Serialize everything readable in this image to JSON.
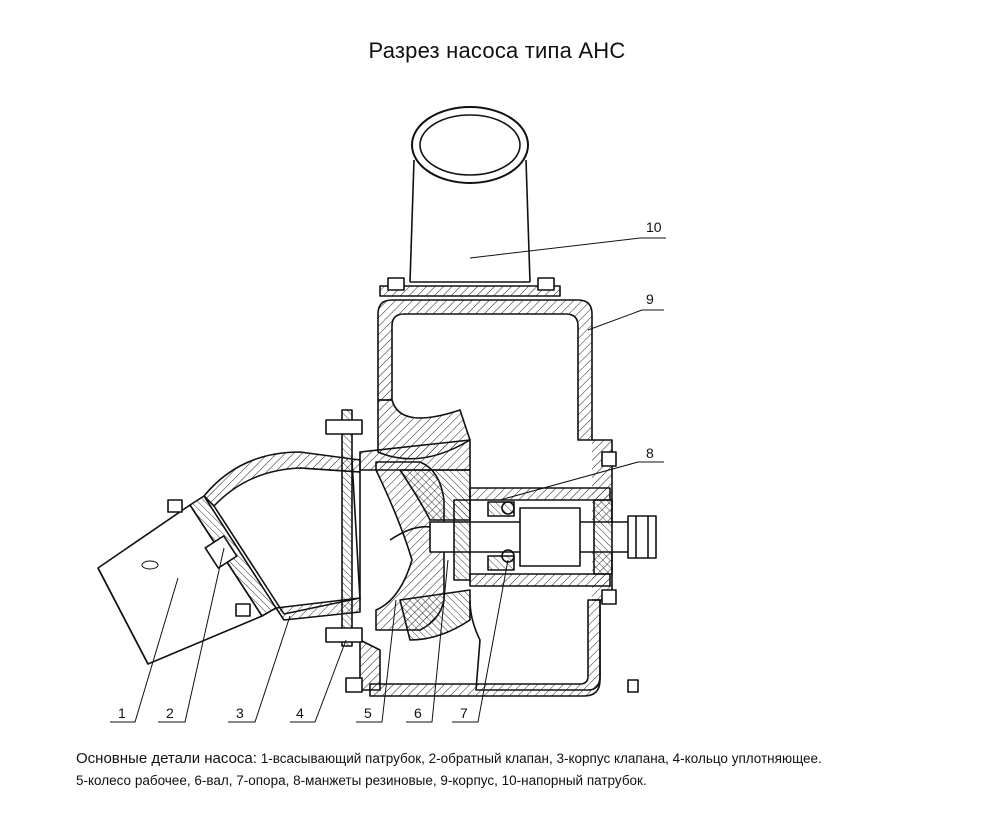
{
  "title": "Разрез насоса типа АНС",
  "callouts": [
    {
      "label": "1"
    },
    {
      "label": "2"
    },
    {
      "label": "3"
    },
    {
      "label": "4"
    },
    {
      "label": "5"
    },
    {
      "label": "6"
    },
    {
      "label": "7"
    },
    {
      "label": "8"
    },
    {
      "label": "9"
    },
    {
      "label": "10"
    }
  ],
  "caption": {
    "lead": "Основные детали насоса:",
    "line1": "1-всасывающий патрубок, 2-обратный клапан, 3-корпус клапана, 4-кольцо уплотняющее.",
    "line2": "5-колесо рабочее, 6-вал, 7-опора, 8-манжеты резиновые, 9-корпус, 10-напорный патрубок."
  }
}
